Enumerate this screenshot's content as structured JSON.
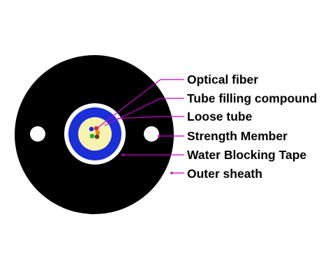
{
  "labels": {
    "optical_fiber": "Optical fiber",
    "tube_filling_compound": "Tube filling compound",
    "loose_tube": "Loose tube",
    "strength_member": "Strength Member",
    "water_blocking_tape": "Water Blocking Tape",
    "outer_sheath": "Outer sheath"
  },
  "colors": {
    "outer_sheath": "#000000",
    "water_blocking_tape": "#ffffff",
    "loose_tube": "#1a2fd6",
    "tube_filling_compound": "#f7f2b0",
    "strength_member": "#ffffff",
    "leader_line": "#cc00cc",
    "fiber_colors": [
      "#1a2fd6",
      "#e03030",
      "#e08a1a",
      "#2aa82a",
      "#6a3a1a"
    ]
  }
}
